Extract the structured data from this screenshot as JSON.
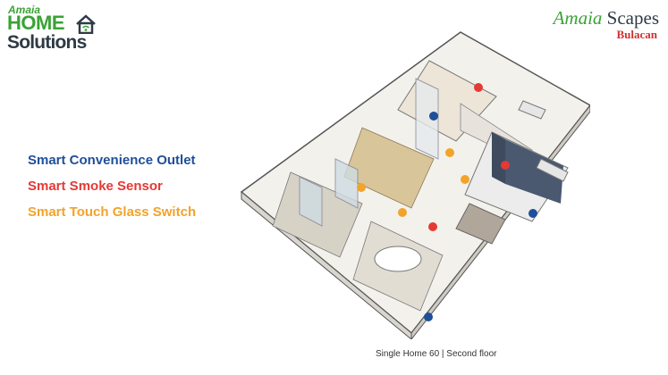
{
  "brand_left": {
    "top": "Amaia",
    "home": "HOME",
    "bottom": "Solutions"
  },
  "brand_right": {
    "name_a": "Amaia",
    "name_b": "Scapes",
    "location": "Bulacan"
  },
  "legend": {
    "outlet": "Smart Convenience Outlet",
    "smoke": "Smart Smoke Sensor",
    "switch": "Smart Touch Glass Switch"
  },
  "colors": {
    "outlet": "#1f4e9a",
    "smoke": "#e53935",
    "switch": "#f3a329",
    "accent": "#3aa335"
  },
  "caption": "Single Home 60 | Second floor"
}
